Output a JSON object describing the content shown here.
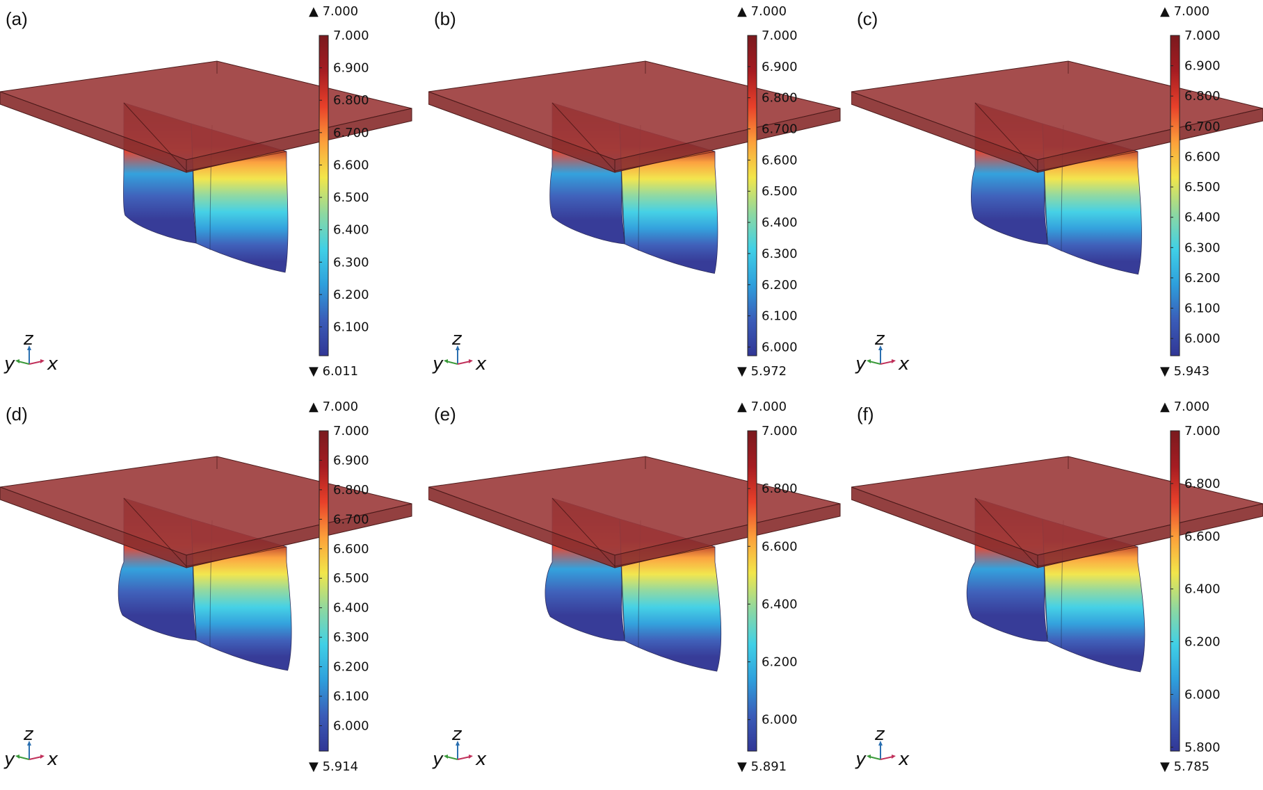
{
  "colors": {
    "slab_fill": "#9b3a3a",
    "slab_edge": "#4a1a1a",
    "axis_z": "#2a6fb0",
    "axis_y": "#3a9a3a",
    "axis_x": "#c0305a",
    "map": [
      "#313695",
      "#3a5cb8",
      "#2e9fdc",
      "#40d0e6",
      "#8ed8a0",
      "#f2e64a",
      "#fca03a",
      "#e8402a",
      "#a51c22",
      "#7a1a1e"
    ]
  },
  "axis_labels": {
    "z": "z",
    "y": "y",
    "x": "x"
  },
  "panels": [
    {
      "label": "(a)",
      "max_text": "▲ 7.000",
      "min_text": "▼ 6.011",
      "range": [
        6.011,
        7.0
      ],
      "bar_min": 6.011,
      "ticks": [
        "7.000",
        "6.900",
        "6.800",
        "6.700",
        "6.600",
        "6.500",
        "6.400",
        "6.300",
        "6.200",
        "6.100"
      ],
      "deform": 0.0
    },
    {
      "label": "(b)",
      "max_text": "▲ 7.000",
      "min_text": "▼ 5.972",
      "range": [
        5.972,
        7.0
      ],
      "bar_min": 5.972,
      "ticks": [
        "7.000",
        "6.900",
        "6.800",
        "6.700",
        "6.600",
        "6.500",
        "6.400",
        "6.300",
        "6.200",
        "6.100",
        "6.000"
      ],
      "deform": 0.25
    },
    {
      "label": "(c)",
      "max_text": "▲ 7.000",
      "min_text": "▼ 5.943",
      "range": [
        5.943,
        7.0
      ],
      "bar_min": 5.943,
      "ticks": [
        "7.000",
        "6.900",
        "6.800",
        "6.700",
        "6.600",
        "6.500",
        "6.400",
        "6.300",
        "6.200",
        "6.100",
        "6.000"
      ],
      "deform": 0.45
    },
    {
      "label": "(d)",
      "max_text": "▲ 7.000",
      "min_text": "▼ 5.914",
      "range": [
        5.914,
        7.0
      ],
      "bar_min": 5.914,
      "ticks": [
        "7.000",
        "6.900",
        "6.800",
        "6.700",
        "6.600",
        "6.500",
        "6.400",
        "6.300",
        "6.200",
        "6.100",
        "6.000"
      ],
      "deform": 0.65
    },
    {
      "label": "(e)",
      "max_text": "▲ 7.000",
      "min_text": "▼ 5.891",
      "range": [
        5.891,
        7.0
      ],
      "bar_min": 5.891,
      "ticks": [
        "7.000",
        "6.800",
        "6.600",
        "6.400",
        "6.200",
        "6.000"
      ],
      "deform": 0.85
    },
    {
      "label": "(f)",
      "max_text": "▲ 7.000",
      "min_text": "▼ 5.785",
      "range": [
        5.785,
        7.0
      ],
      "bar_min": 5.785,
      "ticks": [
        "7.000",
        "6.800",
        "6.600",
        "6.400",
        "6.200",
        "6.000",
        "5.800"
      ],
      "deform": 1.0
    }
  ]
}
